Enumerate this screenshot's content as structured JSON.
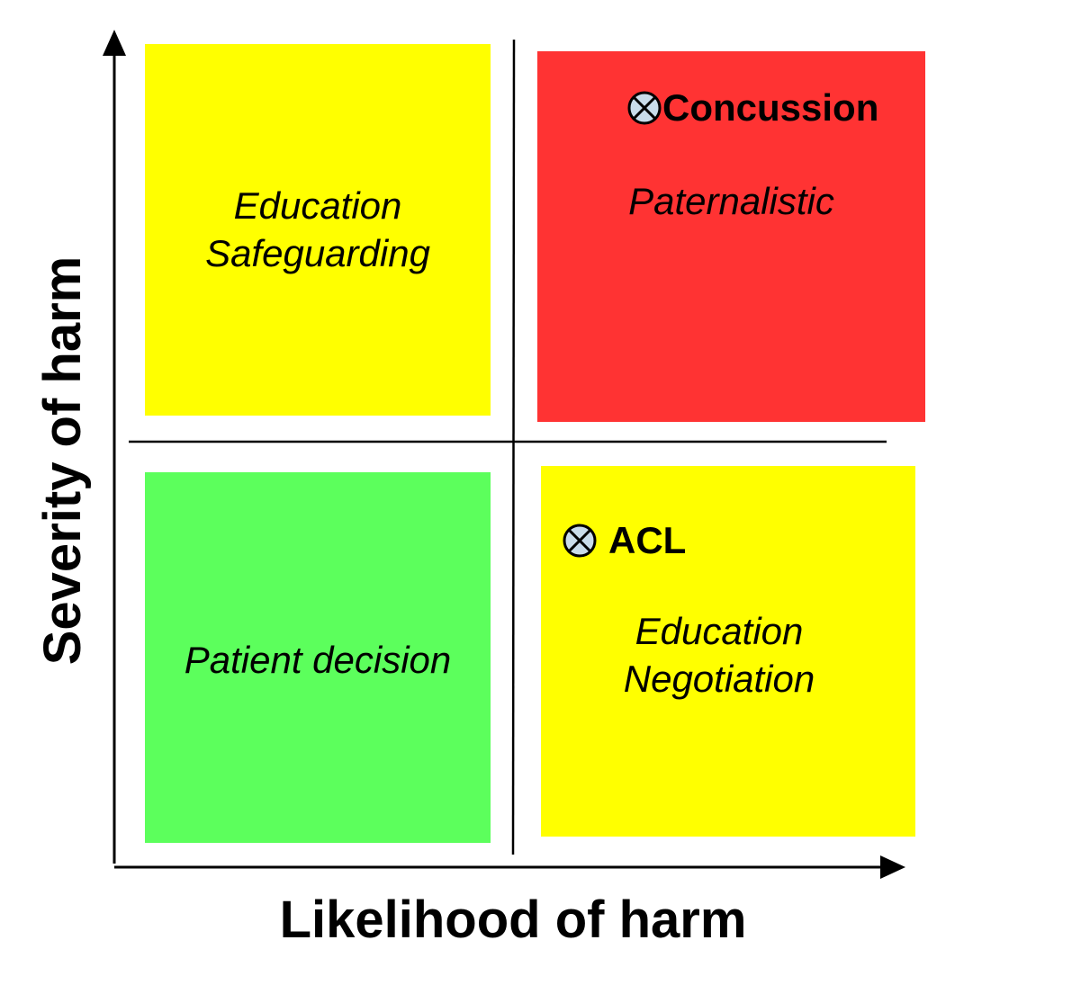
{
  "axes": {
    "x_label": "Likelihood of harm",
    "y_label": "Severity of harm"
  },
  "quadrants": {
    "top_left": {
      "color": "#ffff00",
      "lines": [
        "Education",
        "Safeguarding"
      ]
    },
    "top_right": {
      "color": "#ff3333",
      "lines": [
        "Paternalistic"
      ],
      "marker": {
        "label": "Concussion",
        "icon": "circle-x-icon"
      }
    },
    "bottom_left": {
      "color": "#5cff5c",
      "lines": [
        "Patient decision"
      ]
    },
    "bottom_right": {
      "color": "#ffff00",
      "lines": [
        "Education",
        "Negotiation"
      ],
      "marker": {
        "label": "ACL",
        "icon": "circle-x-icon"
      }
    }
  },
  "marker_fill": "#c9dcea"
}
